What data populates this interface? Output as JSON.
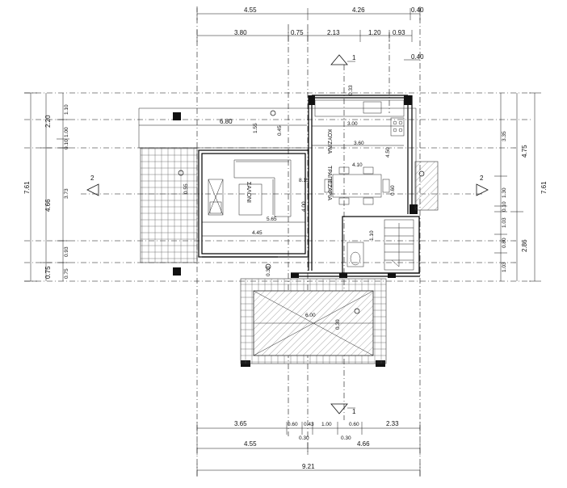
{
  "plan": {
    "dims_top_row1": [
      "4.55",
      "4.26",
      "0.40"
    ],
    "dims_top_row2": [
      "3.80",
      "0.75",
      "2.13",
      "1.20",
      "0.93"
    ],
    "dims_top_small": [
      "0.40",
      "0.33"
    ],
    "dims_bottom_row1": [
      "3.65",
      "0.60",
      "0.43",
      "1.00",
      "0.60",
      "2.33"
    ],
    "dims_bottom_row2": [
      "0.30",
      "0.30"
    ],
    "dims_bottom_row3": [
      "4.55",
      "4.66"
    ],
    "dims_bottom_total": "9.21",
    "dims_left_outer": "7.61",
    "dims_left_mid": [
      "2.20",
      "4.66",
      "0.75"
    ],
    "dims_left_inner": [
      "1.10",
      "1.00",
      "0.10",
      "3.73",
      "0.93",
      "0.75"
    ],
    "dims_right_outer": "7.61",
    "dims_right_mid": [
      "4.75",
      "2.86"
    ],
    "dims_right_inner": [
      "3.35",
      "1.30",
      "0.10",
      "1.03",
      "0.80",
      "1.03"
    ],
    "interior_dims": [
      "6.80",
      "1.55",
      "0.45",
      "3.00",
      "3.60",
      "4.50",
      "8.15",
      "4.00",
      "5.65",
      "4.45",
      "4.10",
      "0.60",
      "0.33",
      "1.10",
      "0.30",
      "6.00",
      "0.55"
    ],
    "rooms": {
      "kitchen": "ΚΟΥΖΙΝΑ",
      "dining": "ΤΡΑΠΕΖΑΡΙΑ",
      "living": "ΣΑΛΟΝΙ"
    },
    "section_marks": {
      "top": "1",
      "bottom": "1",
      "left": "2",
      "right": "2"
    }
  }
}
